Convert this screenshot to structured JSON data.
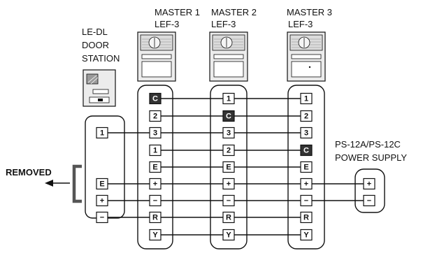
{
  "door_station": {
    "label_lines": [
      "LE-DL",
      "DOOR",
      "STATION"
    ],
    "terminals": [
      {
        "row": 2,
        "label": "1"
      },
      {
        "row": 5,
        "label": "E"
      },
      {
        "row": 6,
        "label": "+"
      },
      {
        "row": 7,
        "label": "−"
      }
    ]
  },
  "masters": [
    {
      "title": "MASTER 1",
      "model": "LEF-3",
      "terminals": [
        {
          "row": 0,
          "label": "C",
          "dark": true
        },
        {
          "row": 1,
          "label": "2"
        },
        {
          "row": 2,
          "label": "3"
        },
        {
          "row": 3,
          "label": "1"
        },
        {
          "row": 4,
          "label": "E"
        },
        {
          "row": 5,
          "label": "+"
        },
        {
          "row": 6,
          "label": "−"
        },
        {
          "row": 7,
          "label": "R"
        },
        {
          "row": 8,
          "label": "Y"
        }
      ]
    },
    {
      "title": "MASTER 2",
      "model": "LEF-3",
      "terminals": [
        {
          "row": 0,
          "label": "1"
        },
        {
          "row": 1,
          "label": "C",
          "dark": true
        },
        {
          "row": 2,
          "label": "3"
        },
        {
          "row": 3,
          "label": "2"
        },
        {
          "row": 4,
          "label": "E"
        },
        {
          "row": 5,
          "label": "+"
        },
        {
          "row": 6,
          "label": "−"
        },
        {
          "row": 7,
          "label": "R"
        },
        {
          "row": 8,
          "label": "Y"
        }
      ]
    },
    {
      "title": "MASTER 3",
      "model": "LEF-3",
      "terminals": [
        {
          "row": 0,
          "label": "1"
        },
        {
          "row": 1,
          "label": "2"
        },
        {
          "row": 2,
          "label": "3"
        },
        {
          "row": 3,
          "label": "C",
          "dark": true
        },
        {
          "row": 4,
          "label": "E"
        },
        {
          "row": 5,
          "label": "+"
        },
        {
          "row": 6,
          "label": "−"
        },
        {
          "row": 7,
          "label": "R"
        },
        {
          "row": 8,
          "label": "Y"
        }
      ]
    }
  ],
  "power_supply": {
    "label_lines": [
      "PS-12A/PS-12C",
      "POWER SUPPLY"
    ],
    "terminals": [
      {
        "row": 5,
        "label": "+"
      },
      {
        "row": 6,
        "label": "−"
      }
    ]
  },
  "removed_label": "REMOVED",
  "colors": {
    "line": "#111111",
    "terminal_fill": "#ffffff",
    "terminal_dark": "#333333",
    "jumper": "#555555",
    "unit_face": "#e6e6e6"
  }
}
